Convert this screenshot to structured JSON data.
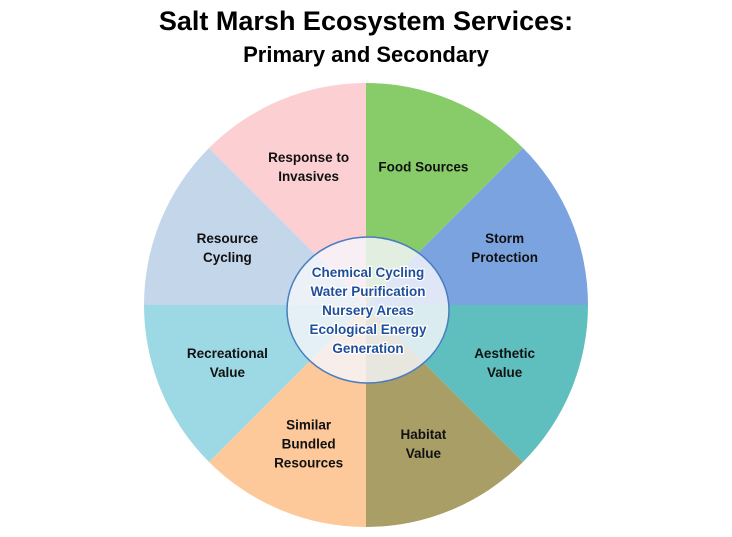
{
  "title": "Salt Marsh Ecosystem Services:",
  "subtitle": "Primary and Secondary",
  "segments": [
    {
      "lines": [
        "Food Sources"
      ],
      "color": "#88cc6a"
    },
    {
      "lines": [
        "Storm",
        "Protection"
      ],
      "color": "#7aa3e0"
    },
    {
      "lines": [
        "Aesthetic",
        "Value"
      ],
      "color": "#5fbfbf"
    },
    {
      "lines": [
        "Habitat",
        "Value"
      ],
      "color": "#a89e66"
    },
    {
      "lines": [
        "Similar",
        "Bundled",
        "Resources"
      ],
      "color": "#fdc89a"
    },
    {
      "lines": [
        "Recreational",
        "Value"
      ],
      "color": "#9dd9e4"
    },
    {
      "lines": [
        "Resource",
        "Cycling"
      ],
      "color": "#c3d6ea"
    },
    {
      "lines": [
        "Response to",
        "Invasives"
      ],
      "color": "#fcd0d2"
    }
  ],
  "center": {
    "lines": [
      "Chemical Cycling",
      "Water Purification",
      "Nursery Areas",
      "Ecological Energy",
      "Generation"
    ]
  }
}
